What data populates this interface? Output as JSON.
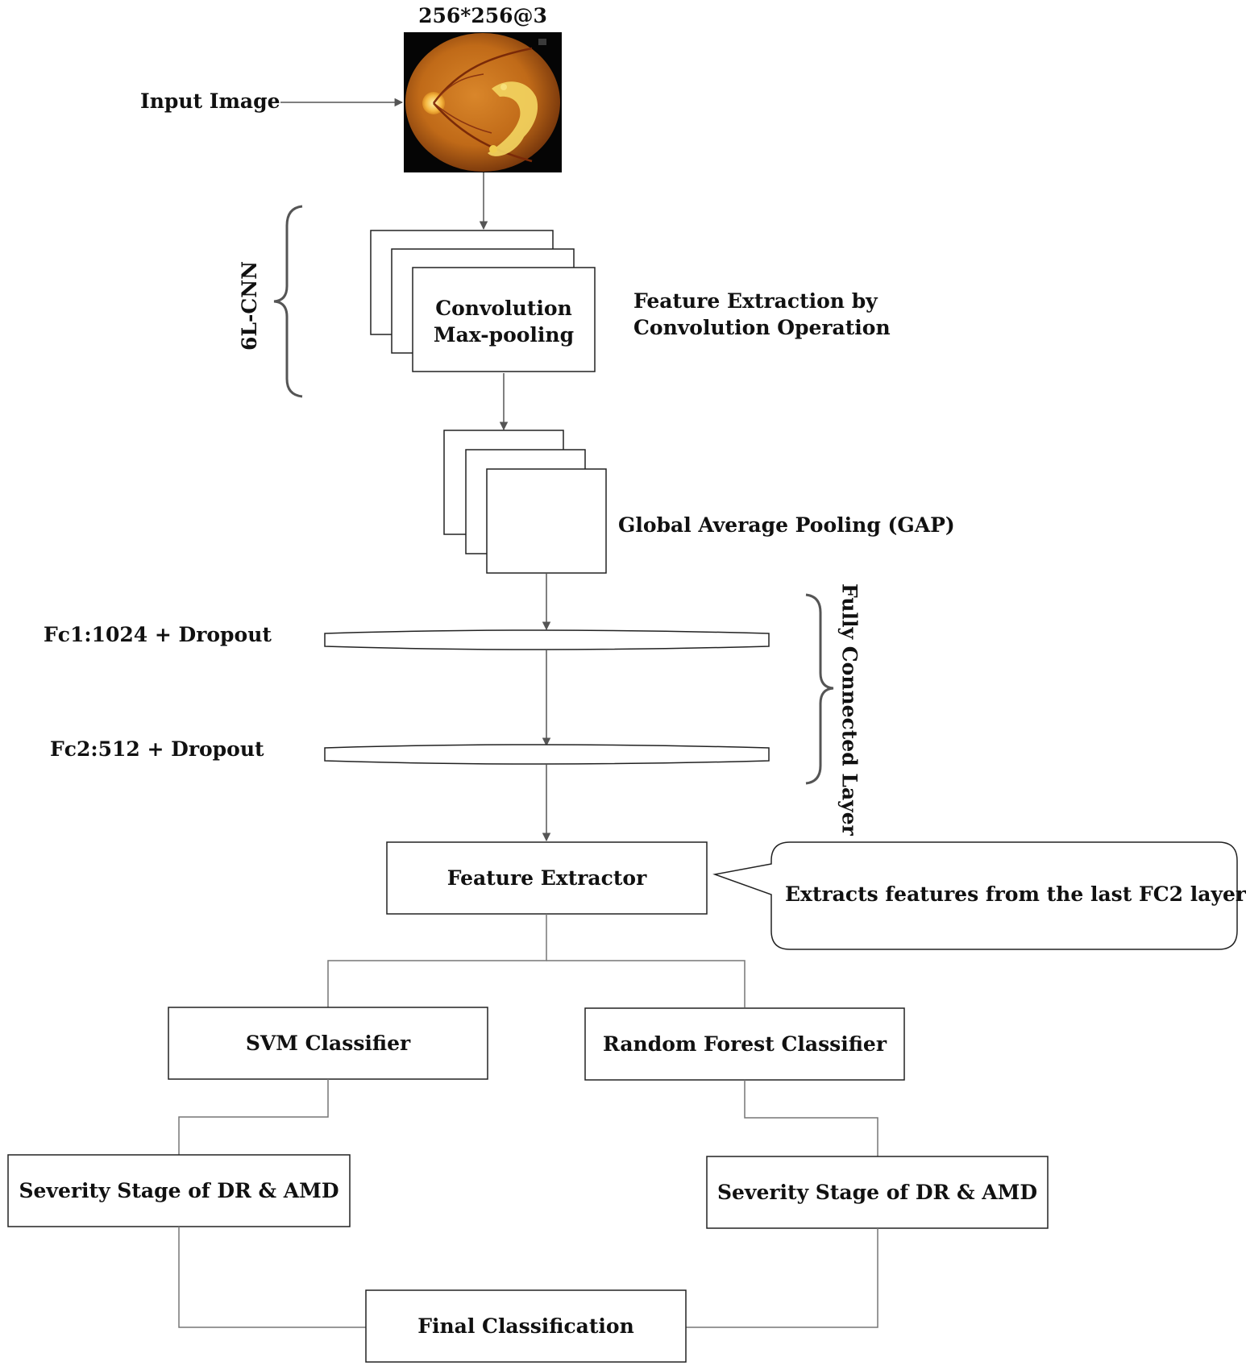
{
  "input": {
    "dims_label": "256*256@3",
    "label": "Input Image"
  },
  "cnn": {
    "brace_label": "6L-CNN",
    "block_line1": "Convolution",
    "block_line2": "Max-pooling",
    "desc_line1": "Feature Extraction by",
    "desc_line2": "Convolution Operation"
  },
  "gap": {
    "label": "Global Average Pooling (GAP)"
  },
  "fc": {
    "fc1_label": "Fc1:1024 + Dropout",
    "fc2_label": "Fc2:512 + Dropout",
    "brace_label": "Fully Connected Layer"
  },
  "extractor": {
    "label": "Feature Extractor",
    "callout": "Extracts features from the last FC2 layer"
  },
  "classifiers": {
    "svm": "SVM Classifier",
    "rf": "Random Forest Classifier",
    "severity_left": "Severity Stage of DR & AMD",
    "severity_right": "Severity Stage of DR & AMD"
  },
  "final": {
    "label": "Final Classification"
  },
  "colors": {
    "line": "#555555",
    "box_border": "#222222",
    "fundus_dark": "#7a3c0c",
    "fundus_mid": "#c8741d",
    "lesion": "#f2d25a"
  }
}
